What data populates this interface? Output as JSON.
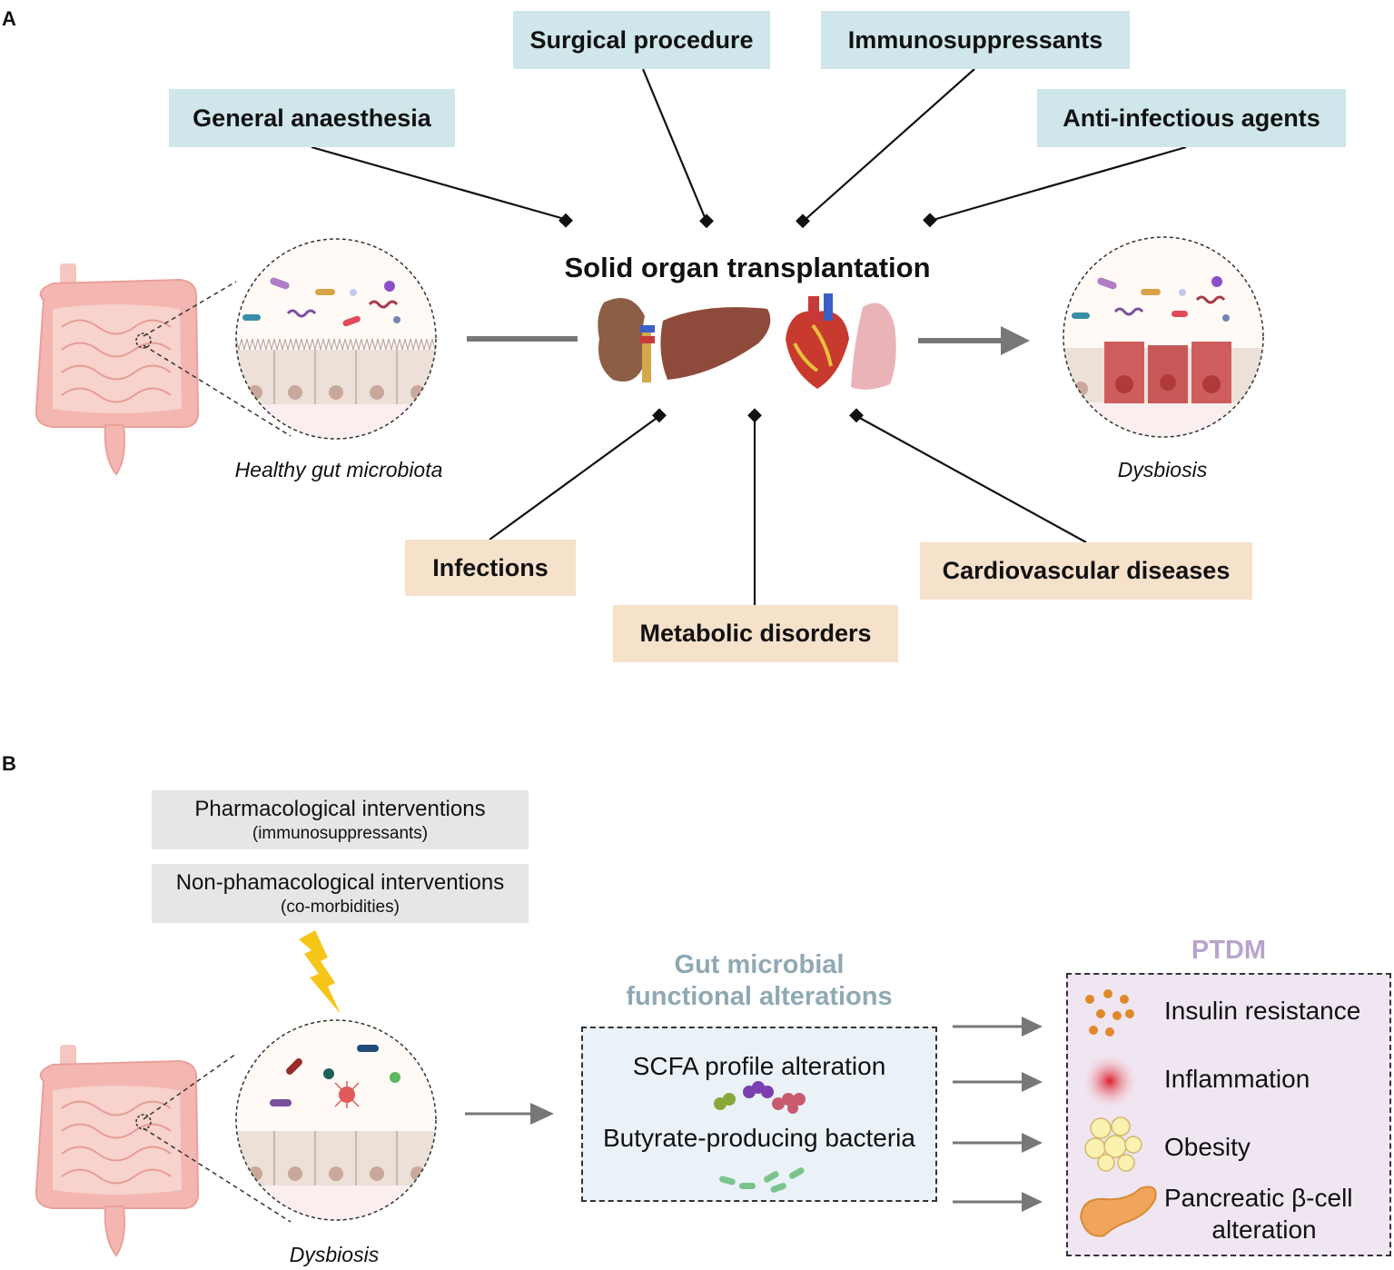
{
  "panelA": {
    "label": "A",
    "factors_top": [
      "General anaesthesia",
      "Surgical procedure",
      "Immunosuppressants",
      "Anti-infectious agents"
    ],
    "factors_bottom": [
      "Infections",
      "Metabolic disorders",
      "Cardiovascular diseases"
    ],
    "center_title": "Solid organ transplantation",
    "left_caption": "Healthy gut microbiota",
    "right_caption": "Dysbiosis",
    "colors": {
      "top_boxes": "#cfe6ea",
      "bottom_boxes": "#f6e1cb",
      "arrow": "#777777"
    }
  },
  "panelB": {
    "label": "B",
    "interventions": [
      {
        "main": "Pharmacological interventions",
        "sub": "(immunosuppressants)"
      },
      {
        "main": "Non-phamacological interventions",
        "sub": "(co-morbidities)"
      }
    ],
    "left_caption": "Dysbiosis",
    "alterations": {
      "heading_line1": "Gut microbial",
      "heading_line2": "functional alterations",
      "items": [
        "SCFA profile alteration",
        "Butyrate-producing bacteria"
      ]
    },
    "ptdm": {
      "heading": "PTDM",
      "items": [
        "Insulin resistance",
        "Inflammation",
        "Obesity",
        "Pancreatic β-cell",
        "alteration"
      ]
    },
    "colors": {
      "alterations_bg": "#eaf2f8",
      "ptdm_bg": "#efe6f2",
      "bolt": "#f5c518"
    }
  }
}
